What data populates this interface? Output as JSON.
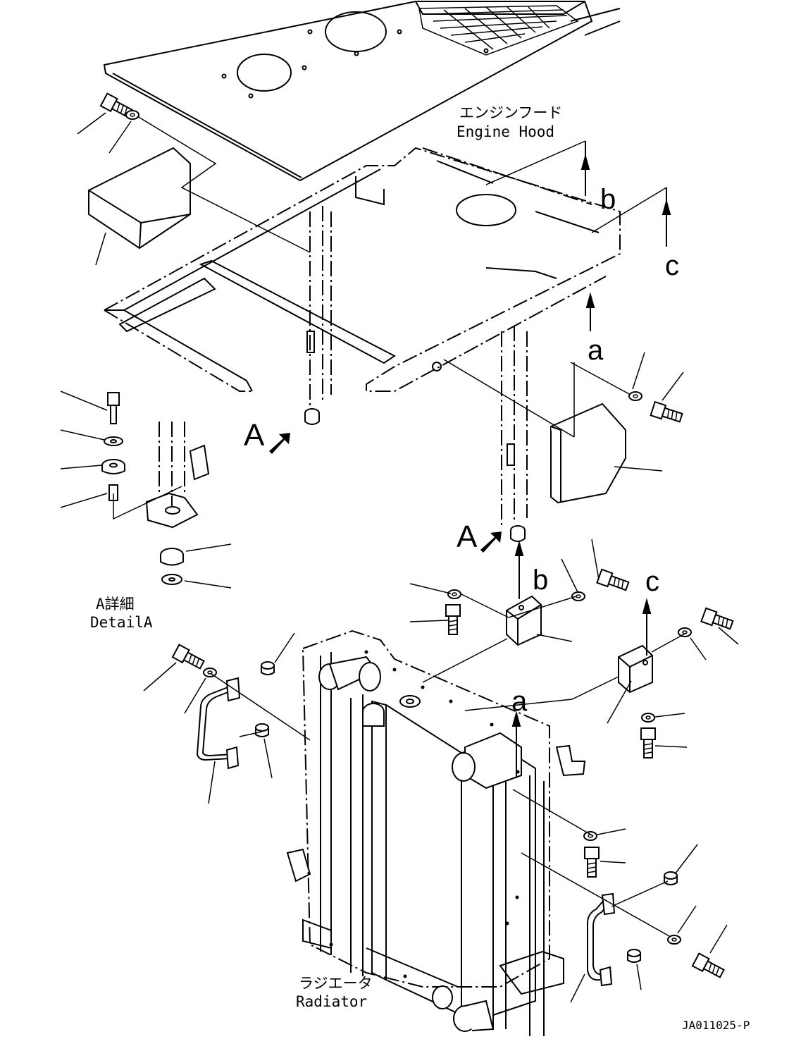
{
  "labels": {
    "engine_hood_jp": "エンジンフード",
    "engine_hood_en": "Engine Hood",
    "radiator_jp": "ラジエータ",
    "radiator_en": "Radiator",
    "detail_jp": "A詳細",
    "detail_en": "DetailA",
    "drawing_code": "JA011025-P"
  },
  "view_markers": [
    "A",
    "A"
  ],
  "connection_letters": [
    "a",
    "b",
    "c",
    "a",
    "b",
    "c"
  ],
  "colors": {
    "line": "#000000",
    "background": "#ffffff"
  }
}
